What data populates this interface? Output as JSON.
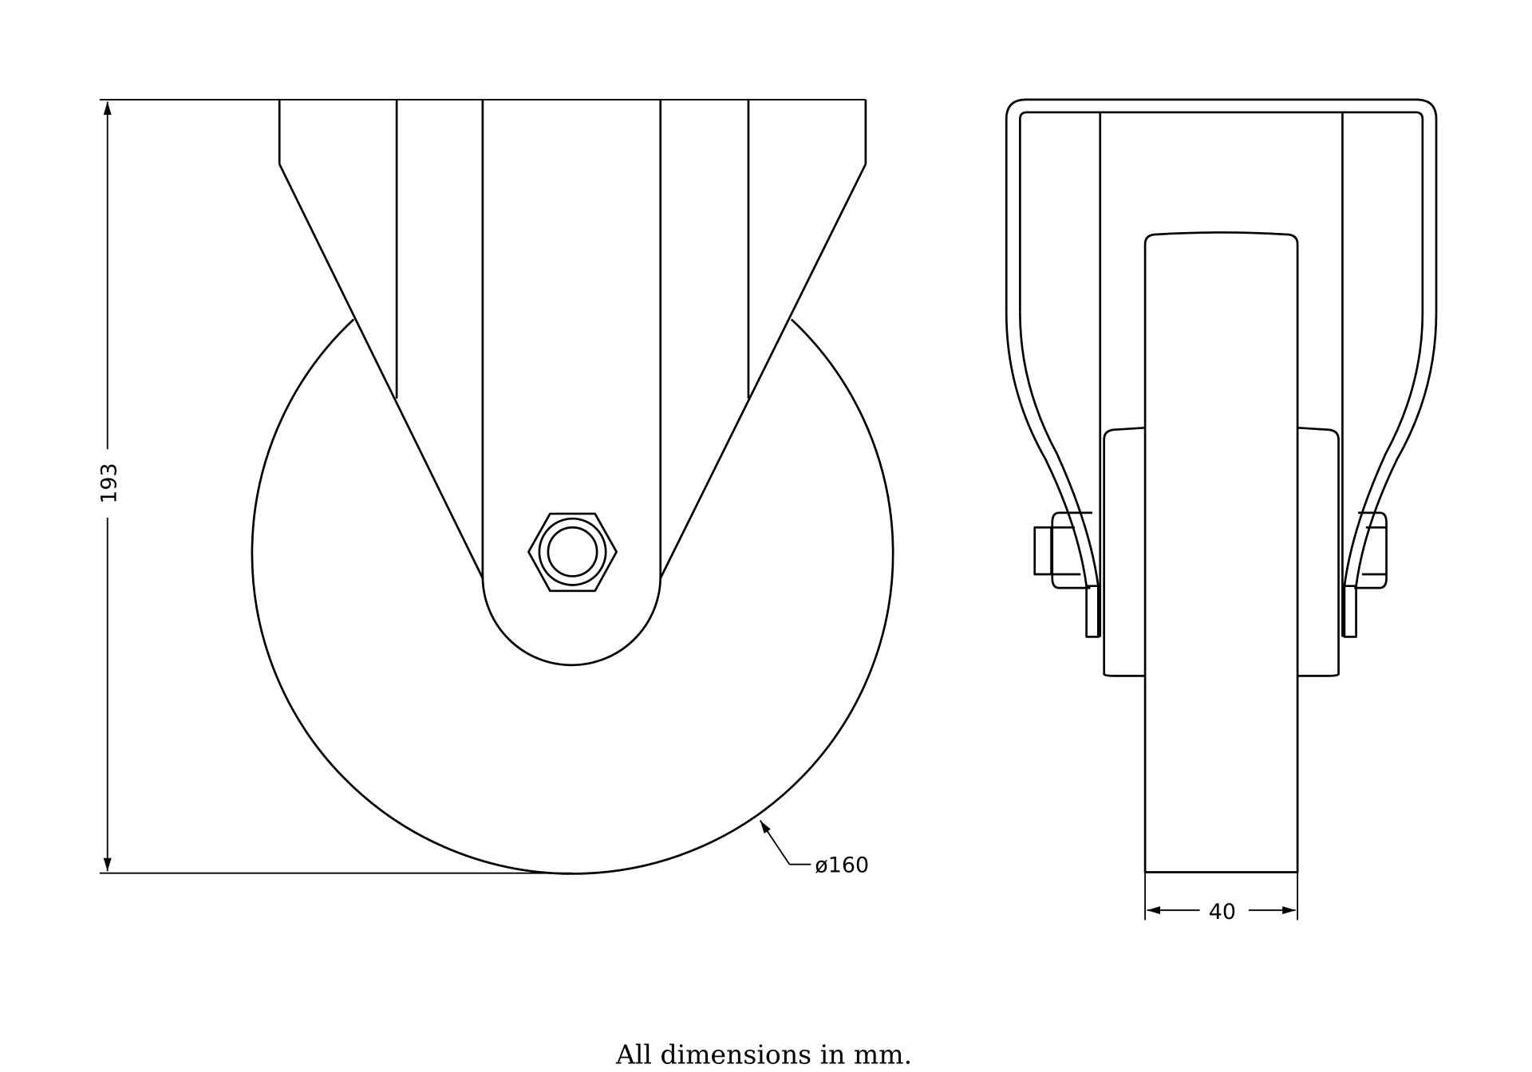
{
  "drawing": {
    "front_view": {
      "height_dimension": "193",
      "wheel_diameter_dimension": "ø160"
    },
    "side_view": {
      "width_dimension": "40"
    },
    "caption": "All dimensions in mm.",
    "line_color": "#000000",
    "background_color": "#ffffff"
  }
}
